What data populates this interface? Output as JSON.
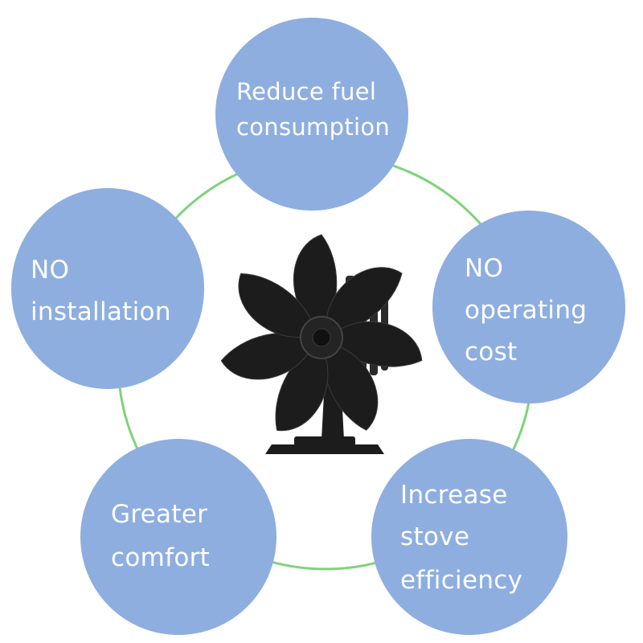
{
  "colors": {
    "bubble_fill": "#8eaee0",
    "ring_line": "#7fd37a",
    "text": "#ffffff",
    "fan": "#1c1c1c"
  },
  "fan": {
    "icon": "stove-fan-icon"
  },
  "benefits": {
    "reduce_fuel": {
      "lines": [
        "Reduce fuel",
        "consumption"
      ]
    },
    "no_operating_cost": {
      "lines": [
        "NO",
        "operating",
        "cost"
      ]
    },
    "increase_efficiency": {
      "lines": [
        "Increase",
        "stove",
        "efficiency"
      ]
    },
    "greater_comfort": {
      "lines": [
        "Greater",
        "comfort"
      ]
    },
    "no_installation": {
      "lines": [
        "NO",
        "installation"
      ]
    }
  }
}
